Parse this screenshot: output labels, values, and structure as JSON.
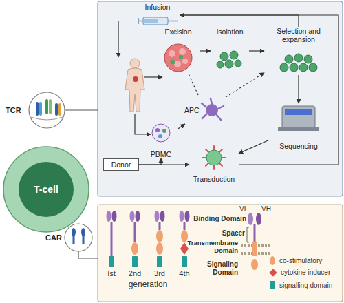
{
  "diagram": {
    "nodes": [
      {
        "text": [
          "T-cell"
        ]
      },
      {
        "text": [
          "TCR"
        ]
      },
      {
        "text": [
          "CAR"
        ]
      },
      {
        "text": [
          "Infusion"
        ]
      },
      {
        "text": [
          "Excision"
        ]
      },
      {
        "text": [
          "Isolation"
        ]
      },
      {
        "text": [
          "Selection and expansion"
        ]
      },
      {
        "text": [
          "APC"
        ]
      },
      {
        "text": [
          "PBMC"
        ]
      },
      {
        "text": [
          "Sequencing"
        ]
      },
      {
        "text": [
          "Donor"
        ]
      },
      {
        "text": [
          "Transduction"
        ]
      }
    ],
    "edges": [
      {
        "from": 4,
        "to": 5,
        "arrow": "to"
      },
      {
        "from": 5,
        "to": 6,
        "arrow": "to"
      },
      {
        "from": 6,
        "to": 3,
        "arrow": "to"
      },
      {
        "from": 8,
        "to": 7,
        "arrow": "to"
      },
      {
        "from": 4,
        "to": 7,
        "arrow": "none"
      },
      {
        "from": 7,
        "to": 6,
        "arrow": "to"
      },
      {
        "from": 6,
        "to": 9,
        "arrow": "to"
      },
      {
        "from": 9,
        "to": 11,
        "arrow": "to"
      },
      {
        "from": 10,
        "to": 8,
        "arrow": "to"
      },
      {
        "from": 10,
        "to": 11,
        "arrow": "to"
      },
      {
        "from": 11,
        "to": 3,
        "arrow": "to"
      }
    ],
    "labels": [
      "Ist",
      "2nd",
      "3rd",
      "4th",
      "generation",
      "VL",
      "VH",
      "Binding Domain",
      "Spacer",
      "Transmembrane Domain",
      "Signaling Domain"
    ],
    "legend": [
      {
        "text": "co-stimulatory",
        "color": "#f2a26e"
      },
      {
        "text": "cytokine inducer",
        "color": "#d6524f"
      },
      {
        "text": "signalling domain",
        "color": "#1e9e96"
      }
    ]
  }
}
